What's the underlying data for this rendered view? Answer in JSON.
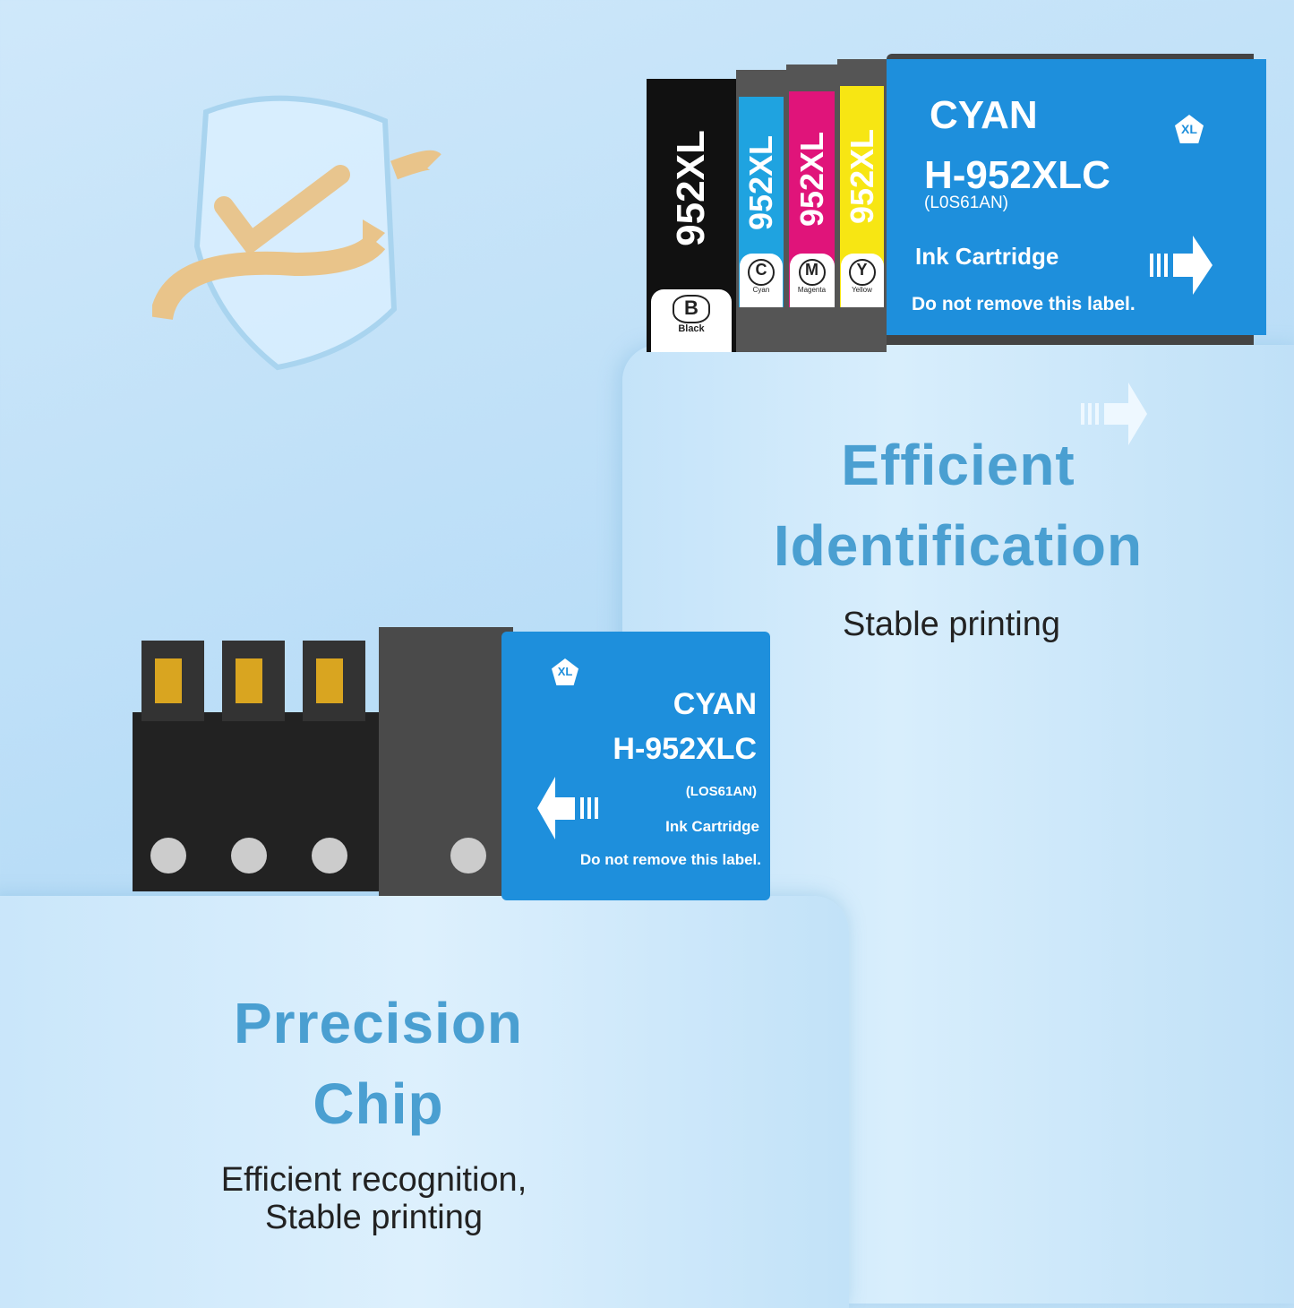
{
  "top_section": {
    "heading_line1": "Efficient",
    "heading_line2": "Identification",
    "subtitle": "Stable printing"
  },
  "bottom_section": {
    "heading_line1": "Prrecision",
    "heading_line2": "Chip",
    "subtitle_line1": "Efficient recognition,",
    "subtitle_line2": "Stable printing"
  },
  "cartridges": [
    {
      "model": "952XL",
      "letter": "B",
      "color_name": "Black",
      "color": "#111111"
    },
    {
      "model": "952XL",
      "letter": "C",
      "color_name": "Cyan",
      "color": "#1fa3e0"
    },
    {
      "model": "952XL",
      "letter": "M",
      "color_name": "Magenta",
      "color": "#e0147a"
    },
    {
      "model": "952XL",
      "letter": "Y",
      "color_name": "Yellow",
      "color": "#f7e613"
    }
  ],
  "cyan_label": {
    "color_title": "CYAN",
    "model": "H-952XLC",
    "part_number_top": "(L0S61AN)",
    "part_number_bottom": "(LOS61AN)",
    "product": "Ink Cartridge",
    "warning": "Do not remove this label.",
    "badge": "XL",
    "color": "#1e8fdc"
  },
  "colors": {
    "heading": "#4a9fd1",
    "subtitle": "#222222"
  },
  "icons": [
    "shield-check-icon",
    "arrow-right-icon",
    "arrow-left-icon"
  ]
}
